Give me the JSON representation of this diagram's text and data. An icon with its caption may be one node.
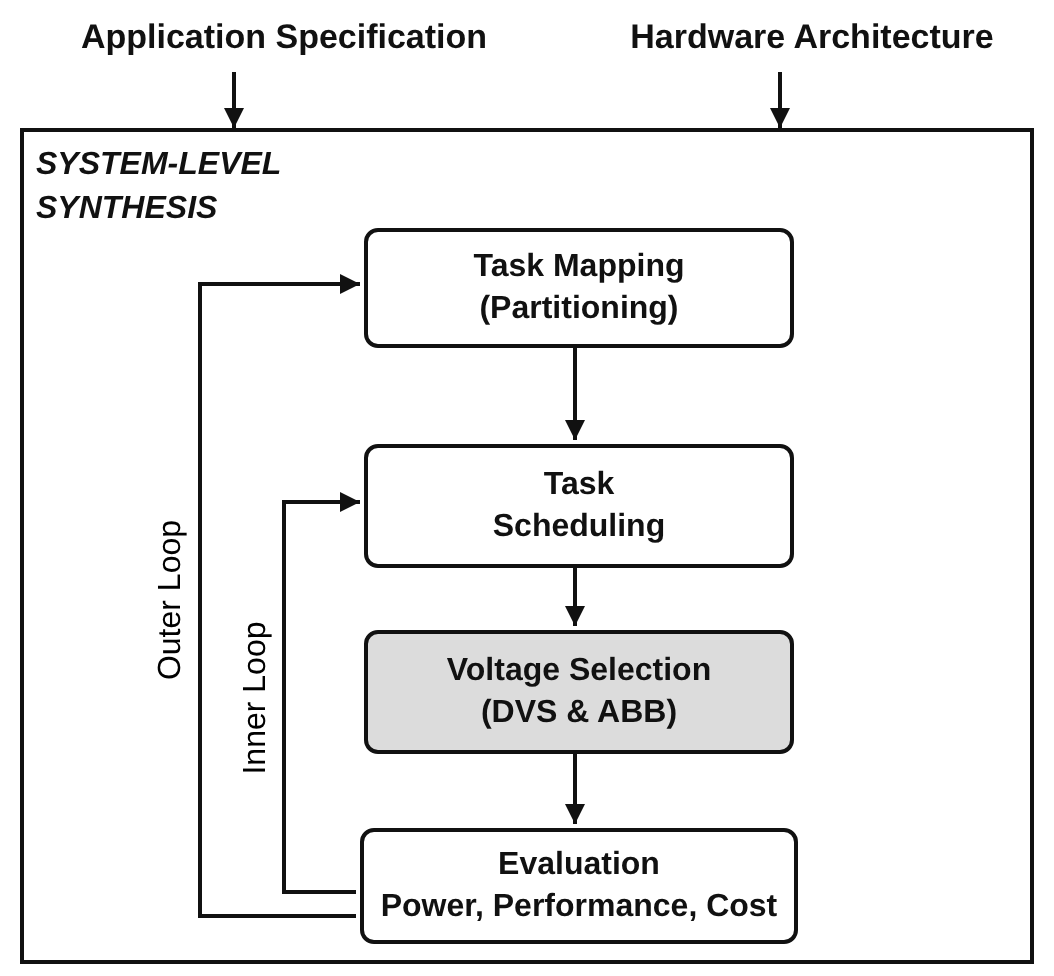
{
  "diagram": {
    "nodes": [
      {
        "text": [
          "SYSTEM-LEVEL SYNTHESIS"
        ]
      },
      {
        "text": [
          "Application Specification"
        ]
      },
      {
        "text": [
          "Hardware Architecture"
        ]
      },
      {
        "text": [
          "Task Mapping (Partitioning)"
        ],
        "in": 0
      },
      {
        "text": [
          "Task Scheduling"
        ],
        "in": 0
      },
      {
        "text": [
          "Voltage Selection (DVS & ABB)"
        ],
        "in": 0
      },
      {
        "text": [
          "Evaluation",
          "Power, Performance, Cost"
        ],
        "in": 0
      }
    ],
    "edges": [
      {
        "from": 1,
        "to": 0,
        "arrow": "to"
      },
      {
        "from": 2,
        "to": 0,
        "arrow": "to"
      },
      {
        "from": 3,
        "to": 4,
        "arrow": "to"
      },
      {
        "from": 4,
        "to": 5,
        "arrow": "to"
      },
      {
        "from": 5,
        "to": 6,
        "arrow": "to"
      },
      {
        "from": 6,
        "to": 4,
        "arrow": "to",
        "label": "Inner Loop"
      },
      {
        "from": 6,
        "to": 3,
        "arrow": "to",
        "label": "Outer Loop"
      }
    ]
  }
}
